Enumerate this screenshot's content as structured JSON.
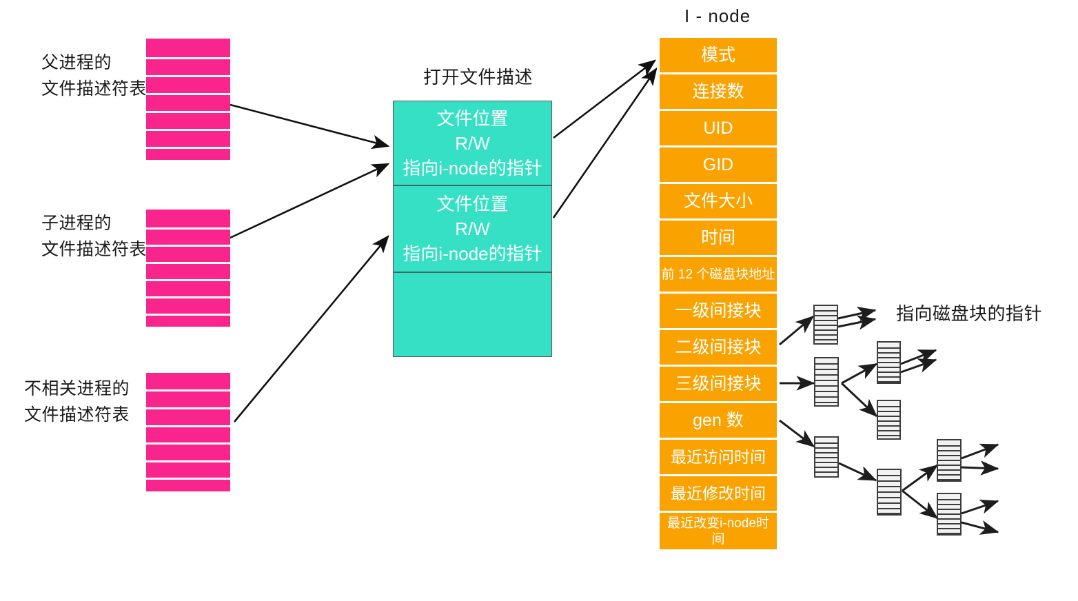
{
  "diagram": {
    "title_inode": "I - node",
    "title_open_file": "打开文件描述",
    "pointer_label": "指向磁盘块的指针"
  },
  "fd_tables": [
    {
      "id": "parent",
      "label": "父进程的\n文件描述符表",
      "rows": 7
    },
    {
      "id": "child",
      "label": "子进程的\n文件描述符表",
      "rows": 7
    },
    {
      "id": "unrelated",
      "label": "不相关进程的\n文件描述符表",
      "rows": 7
    }
  ],
  "open_file_table": {
    "entries": [
      {
        "lines": [
          "文件位置",
          "R/W",
          "指向i-node的指针"
        ]
      },
      {
        "lines": [
          "文件位置",
          "R/W",
          "指向i-node的指针"
        ]
      },
      {
        "lines": []
      }
    ]
  },
  "inode": {
    "rows": [
      {
        "text": "模式",
        "style": "normal"
      },
      {
        "text": "连接数",
        "style": "normal"
      },
      {
        "text": "UID",
        "style": "normal"
      },
      {
        "text": "GID",
        "style": "normal"
      },
      {
        "text": "文件大小",
        "style": "normal"
      },
      {
        "text": "时间",
        "style": "normal"
      },
      {
        "text": "前 12 个磁盘块地址",
        "style": "small"
      },
      {
        "text": "一级间接块",
        "style": "normal"
      },
      {
        "text": "二级间接块",
        "style": "normal"
      },
      {
        "text": "三级间接块",
        "style": "normal"
      },
      {
        "text": "gen 数",
        "style": "normal"
      },
      {
        "text": "最近访问时间",
        "style": "tight"
      },
      {
        "text": "最近修改时间",
        "style": "tight"
      },
      {
        "text": "最近改变i-node时间",
        "style": "small"
      }
    ]
  },
  "colors": {
    "fd_table_pink": "#F9248C",
    "open_file_teal": "#36E0C4",
    "inode_orange": "#FAA200",
    "arrow_black": "#111111",
    "disk_block_fill": "#F2F2F2",
    "text_dark": "#1A1A1A",
    "text_light": "#FFFFFF"
  }
}
